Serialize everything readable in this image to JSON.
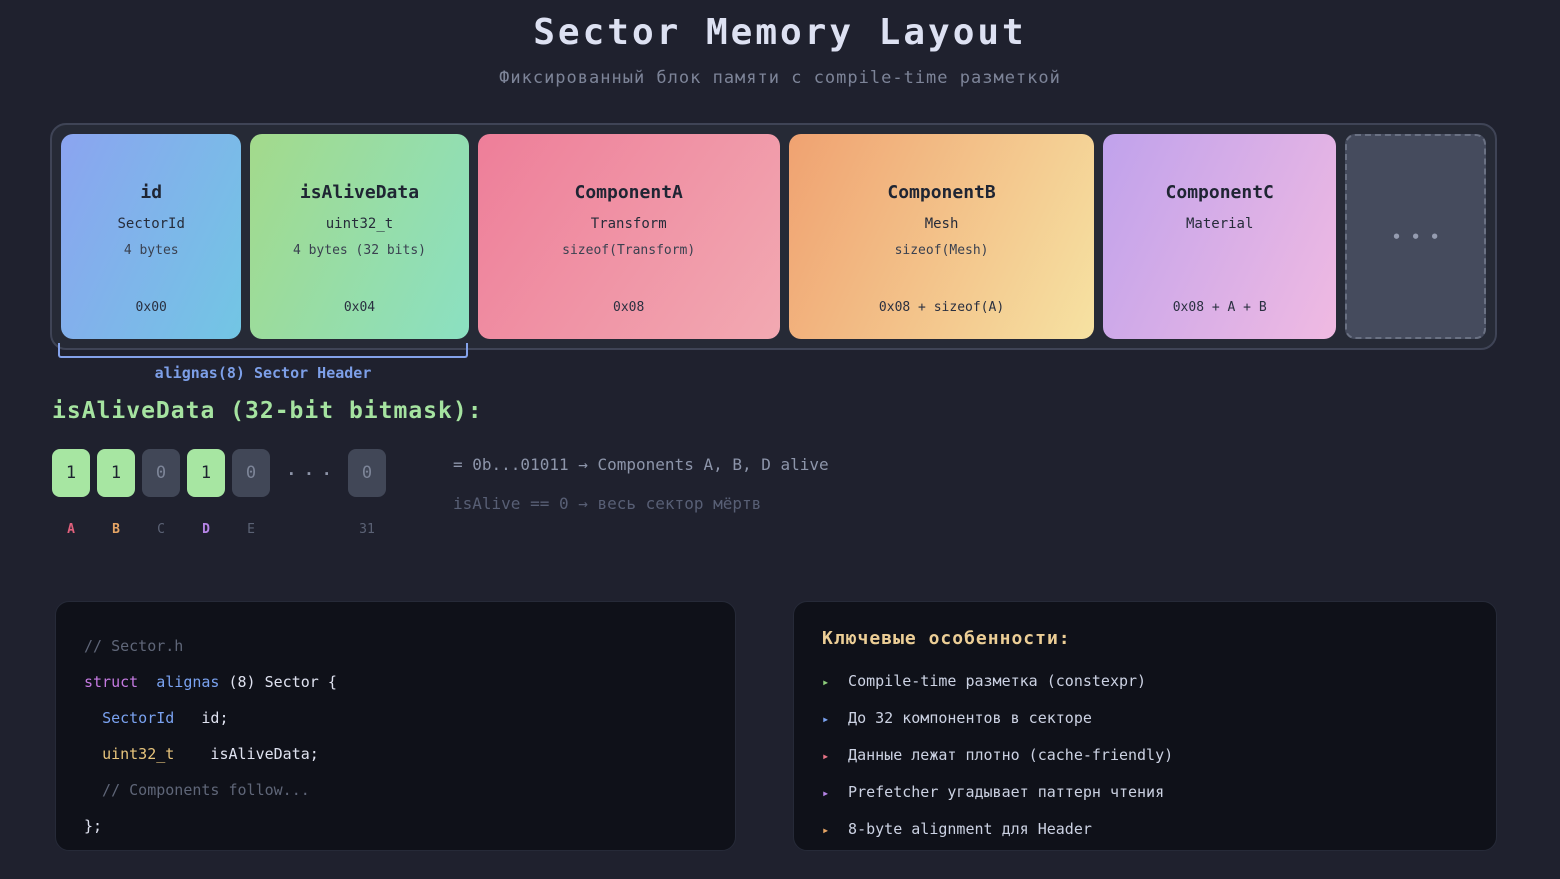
{
  "header": {
    "title": "Sector Memory Layout",
    "subtitle": "Фиксированный блок памяти с compile-time разметкой"
  },
  "memory_blocks": [
    {
      "name": "id",
      "type": "SectorId",
      "size": "4 bytes",
      "offset": "0x00",
      "gradient_from": "#8ba4f0",
      "gradient_to": "#72c6e4"
    },
    {
      "name": "isAliveData",
      "type": "uint32_t",
      "size": "4 bytes (32 bits)",
      "offset": "0x04",
      "gradient_from": "#a3da8b",
      "gradient_to": "#8be0c2"
    },
    {
      "name": "ComponentA",
      "type": "Transform",
      "size": "sizeof(Transform)",
      "offset": "0x08",
      "gradient_from": "#ee7e99",
      "gradient_to": "#f2a9b2"
    },
    {
      "name": "ComponentB",
      "type": "Mesh",
      "size": "sizeof(Mesh)",
      "offset": "0x08 + sizeof(A)",
      "gradient_from": "#f0a271",
      "gradient_to": "#f6e2a2"
    },
    {
      "name": "ComponentC",
      "type": "Material",
      "size": "",
      "offset": "0x08 + A + B",
      "gradient_from": "#c0a2ec",
      "gradient_to": "#f0bae2"
    }
  ],
  "more_block": {
    "dots": "•••"
  },
  "bracket": {
    "label": "alignas(8) Sector Header"
  },
  "bitmask": {
    "heading": "isAliveData (32-bit bitmask):",
    "bits": [
      {
        "value": "1",
        "label": "A",
        "alive": true,
        "label_color": "#e0607c"
      },
      {
        "value": "1",
        "label": "B",
        "alive": true,
        "label_color": "#e6a565"
      },
      {
        "value": "0",
        "label": "C",
        "alive": false,
        "label_color": "#5b6275"
      },
      {
        "value": "1",
        "label": "D",
        "alive": true,
        "label_color": "#b684e6"
      },
      {
        "value": "0",
        "label": "E",
        "alive": false,
        "label_color": "#5b6275"
      }
    ],
    "ellipsis": "···",
    "last_bit": {
      "value": "0",
      "label": "31",
      "alive": false
    },
    "explanation_line1": "= 0b...01011 → Components A, B, D alive",
    "explanation_line2": "isAlive == 0 → весь сектор мёртв",
    "alive_color": "#a7e6a2",
    "dead_color": "#414757"
  },
  "code": {
    "lines": [
      [
        {
          "t": "// Sector.h"
        }
      ],
      [
        {
          "t": "struct"
        },
        {
          "t": "  "
        },
        {
          "t": "alignas"
        },
        {
          "t": " (8) Sector {"
        }
      ],
      [
        {
          "t": "  "
        },
        {
          "t": "SectorId"
        },
        {
          "t": "   id;"
        }
      ],
      [
        {
          "t": "  "
        },
        {
          "t": "uint32_t"
        },
        {
          "t": "    isAliveData;"
        }
      ],
      [
        {
          "t": "  // Components follow..."
        }
      ],
      [
        {
          "t": "};"
        }
      ]
    ]
  },
  "features": {
    "title": "Ключевые особенности:",
    "marker": "▸",
    "items": [
      {
        "text": "Compile-time разметка (constexpr)",
        "marker_color": "#8ece7c"
      },
      {
        "text": "До 32 компонентов в секторе",
        "marker_color": "#7aa2f0"
      },
      {
        "text": "Данные лежат плотно (cache-friendly)",
        "marker_color": "#e87486"
      },
      {
        "text": "Prefetcher угадывает паттерн чтения",
        "marker_color": "#b684e6"
      },
      {
        "text": "8-byte alignment для Header",
        "marker_color": "#e6a565"
      }
    ]
  }
}
